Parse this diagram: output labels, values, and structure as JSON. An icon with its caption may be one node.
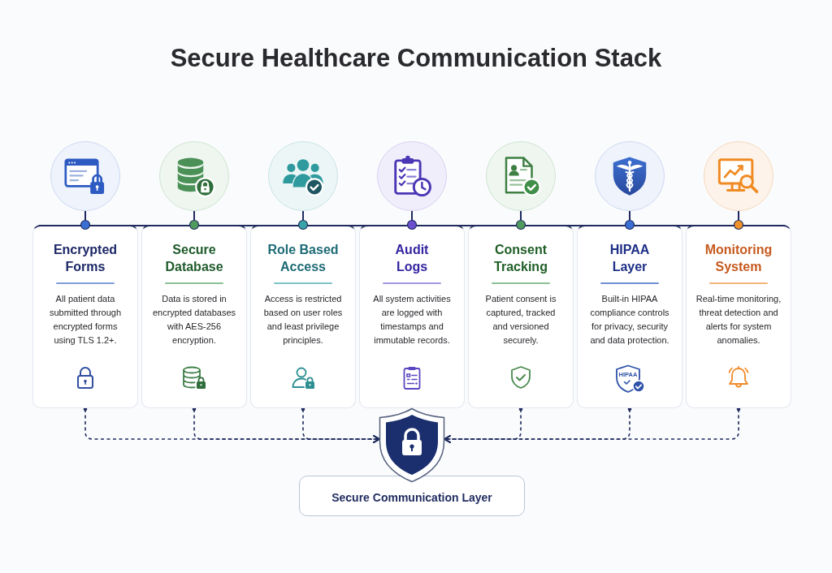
{
  "diagram": {
    "title": "Secure Healthcare Communication Stack",
    "nodes": [
      {
        "text": [
          "Encrypted Forms",
          "All patient data submitted through encrypted forms using TLS 1.2+."
        ]
      },
      {
        "text": [
          "Secure Database",
          "Data is stored in encrypted databases with AES-256 encryption."
        ]
      },
      {
        "text": [
          "Role Based Access",
          "Access is restricted based on user roles and least privilege principles."
        ]
      },
      {
        "text": [
          "Audit Logs",
          "All system activities are logged with timestamps and immutable records."
        ]
      },
      {
        "text": [
          "Consent Tracking",
          "Patient consent is captured, tracked and versioned securely."
        ]
      },
      {
        "text": [
          "HIPAA Layer",
          "Built-in HIPAA compliance controls for privacy, security and data protection.",
          "HIPAA"
        ]
      },
      {
        "text": [
          "Monitoring System",
          "Real-time monitoring, threat detection and alerts for system anomalies."
        ]
      },
      {
        "text": [],
        "shape": "shield"
      },
      {
        "text": [
          "Secure Communication Layer"
        ]
      }
    ],
    "edges": [
      {
        "from": 0,
        "to": 7,
        "arrow": "to",
        "style": "dashed"
      },
      {
        "from": 1,
        "to": 7,
        "arrow": "to",
        "style": "dashed"
      },
      {
        "from": 2,
        "to": 7,
        "arrow": "to",
        "style": "dashed"
      },
      {
        "from": 4,
        "to": 7,
        "arrow": "to",
        "style": "dashed"
      },
      {
        "from": 5,
        "to": 7,
        "arrow": "to",
        "style": "dashed"
      },
      {
        "from": 6,
        "to": 7,
        "arrow": "to",
        "style": "dashed"
      }
    ]
  }
}
